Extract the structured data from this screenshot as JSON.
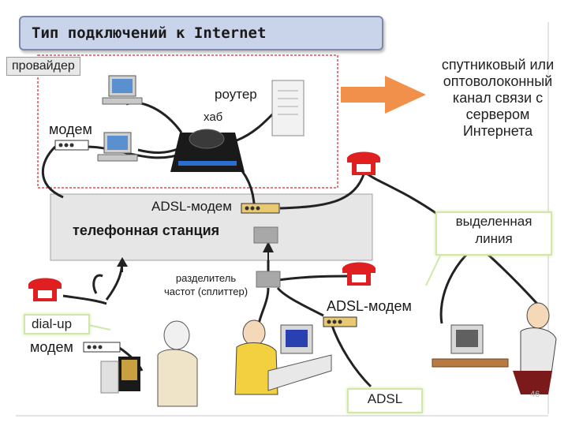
{
  "title": "Тип подключений к Internet",
  "labels": {
    "provider": "провайдер",
    "router": "роутер",
    "hub": "хаб",
    "modem": "модем",
    "adsl_modem_top": "ADSL-модем",
    "phone_station": "телефонная станция",
    "splitter_line1": "разделитель",
    "splitter_line2": "частот (сплиттер)",
    "adsl_modem_bottom": "ADSL-модем",
    "dialup_line1": "dial-up",
    "dialup_line2": "модем",
    "adsl": "ADSL",
    "leased_line1": "выделенная",
    "leased_line2": "линия",
    "satellite_line1": "спутниковый или",
    "satellite_line2": "оптоволоконный",
    "satellite_line3": "канал связи с",
    "satellite_line4": "сервером",
    "satellite_line5": "Интернета"
  },
  "page_number": "46",
  "colors": {
    "title_bg": "#c9d3ea",
    "provider_border": "#e05050",
    "station_bg": "#e6e6e6",
    "arrow": "#f0904a",
    "phone": "#e02020",
    "callout_border": "#cfe8a8",
    "cable": "#222222"
  }
}
